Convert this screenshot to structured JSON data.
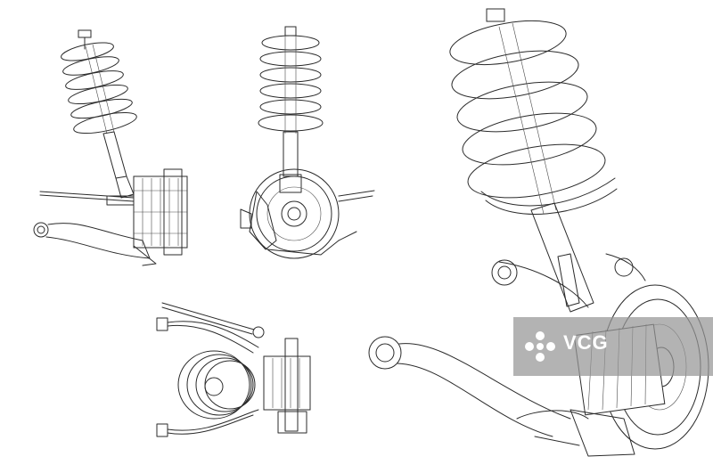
{
  "watermark": {
    "brand": "VCG",
    "logo": "vcg-flower-logo"
  },
  "views": [
    {
      "id": "view-top-left",
      "subject": "shock-absorber-assembly-side-view"
    },
    {
      "id": "view-top-center",
      "subject": "shock-absorber-assembly-front-view"
    },
    {
      "id": "view-bottom-center",
      "subject": "shock-absorber-assembly-top-view"
    },
    {
      "id": "view-right",
      "subject": "shock-absorber-assembly-perspective-view"
    }
  ],
  "colors": {
    "line": "#2b2b2b",
    "background": "#ffffff",
    "watermark": "#969696"
  }
}
